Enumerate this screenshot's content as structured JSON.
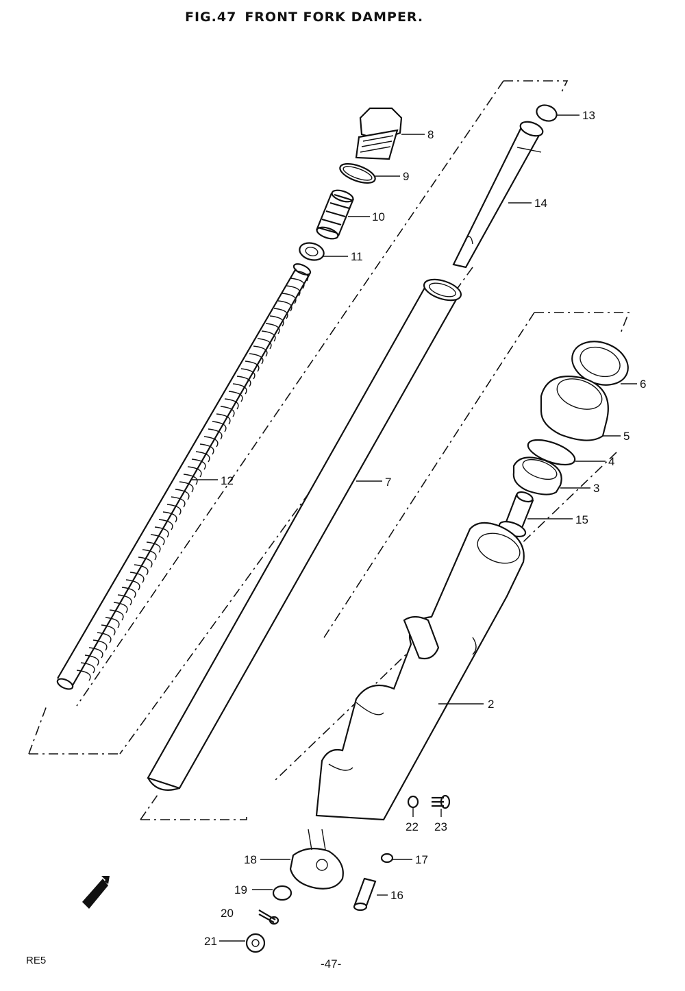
{
  "header": {
    "fig": "FIG.47",
    "title": "FRONT FORK DAMPER."
  },
  "callouts": [
    {
      "id": "8",
      "label": "8"
    },
    {
      "id": "9",
      "label": "9"
    },
    {
      "id": "10",
      "label": "10"
    },
    {
      "id": "11",
      "label": "11"
    },
    {
      "id": "12",
      "label": "12"
    },
    {
      "id": "13",
      "label": "13"
    },
    {
      "id": "14",
      "label": "14"
    },
    {
      "id": "7",
      "label": "7"
    },
    {
      "id": "6",
      "label": "6"
    },
    {
      "id": "5",
      "label": "5"
    },
    {
      "id": "4",
      "label": "4"
    },
    {
      "id": "3",
      "label": "3"
    },
    {
      "id": "15",
      "label": "15"
    },
    {
      "id": "2",
      "label": "2"
    },
    {
      "id": "22",
      "label": "22"
    },
    {
      "id": "23",
      "label": "23"
    },
    {
      "id": "18",
      "label": "18"
    },
    {
      "id": "17",
      "label": "17"
    },
    {
      "id": "19",
      "label": "19"
    },
    {
      "id": "16",
      "label": "16"
    },
    {
      "id": "20",
      "label": "20"
    },
    {
      "id": "21",
      "label": "21"
    }
  ],
  "footer": {
    "code": "RE5",
    "page": "-47-"
  },
  "icons": {
    "front_arrow": "front-direction-arrow-icon"
  }
}
